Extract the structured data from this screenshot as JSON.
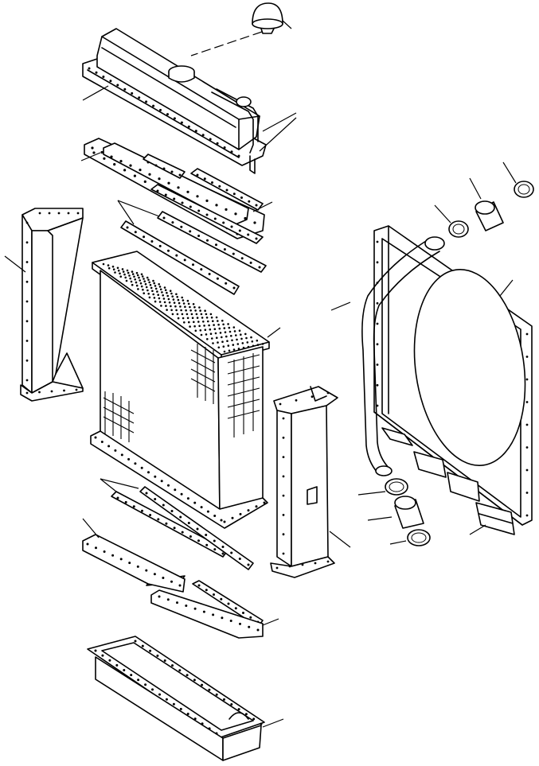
{
  "diagram": {
    "style": "line-art exploded parts view",
    "stroke_color": "#000000",
    "background_color": "#ffffff",
    "parts": [
      {
        "id": "cap",
        "icon": "radiator-cap-icon"
      },
      {
        "id": "upper-tank",
        "icon": "upper-tank-icon"
      },
      {
        "id": "upper-gasket-large",
        "icon": "gasket-icon"
      },
      {
        "id": "upper-gasket-strips",
        "icon": "gasket-strip-icon"
      },
      {
        "id": "core-top-plate",
        "icon": "gasket-icon"
      },
      {
        "id": "left-side-support",
        "icon": "side-support-icon"
      },
      {
        "id": "radiator-core",
        "icon": "radiator-core-icon"
      },
      {
        "id": "right-side-support",
        "icon": "side-support-icon"
      },
      {
        "id": "lower-gasket-strips",
        "icon": "gasket-strip-icon"
      },
      {
        "id": "lower-gasket-large",
        "icon": "gasket-icon"
      },
      {
        "id": "lower-tank",
        "icon": "lower-tank-icon"
      },
      {
        "id": "fan-shroud",
        "icon": "fan-shroud-icon"
      },
      {
        "id": "upper-hose-pipe",
        "icon": "pipe-icon"
      },
      {
        "id": "hose-clamps",
        "icon": "hose-clamp-icon"
      },
      {
        "id": "hose",
        "icon": "hose-icon"
      },
      {
        "id": "shroud-brackets",
        "icon": "bracket-icon"
      }
    ]
  }
}
